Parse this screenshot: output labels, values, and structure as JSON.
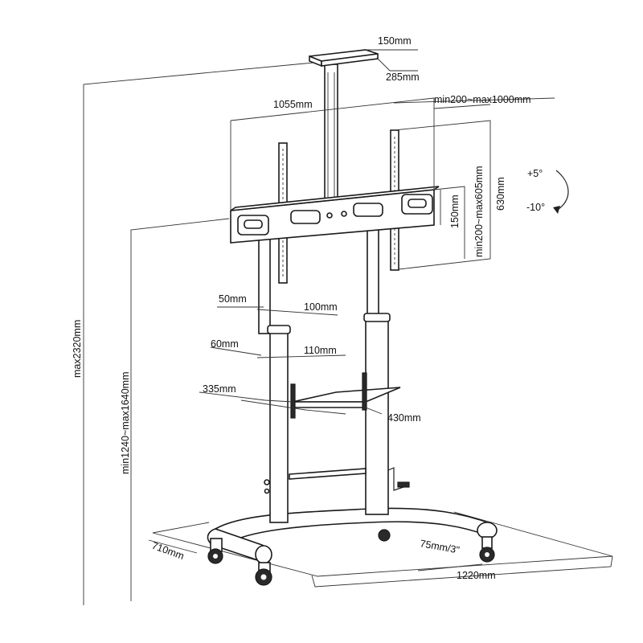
{
  "dimensions": {
    "top_plate_width": "150mm",
    "top_plate_depth": "285mm",
    "bracket_width": "1055mm",
    "vesa_horizontal": "min200~max1000mm",
    "vesa_vertical_small": "150mm",
    "vesa_vertical_range": "min200~max605mm",
    "bracket_height": "630mm",
    "tilt_up": "+5°",
    "tilt_down": "-10°",
    "total_height": "max2320mm",
    "mount_height_range": "min1240~max1640mm",
    "upper_pole_offset": "50mm",
    "upper_pole_span": "100mm",
    "lower_pole_offset": "60mm",
    "lower_pole_span": "110mm",
    "shelf_depth": "335mm",
    "shelf_width": "430mm",
    "base_depth": "710mm",
    "caster_size": "75mm/3\"",
    "base_width": "1220mm"
  }
}
